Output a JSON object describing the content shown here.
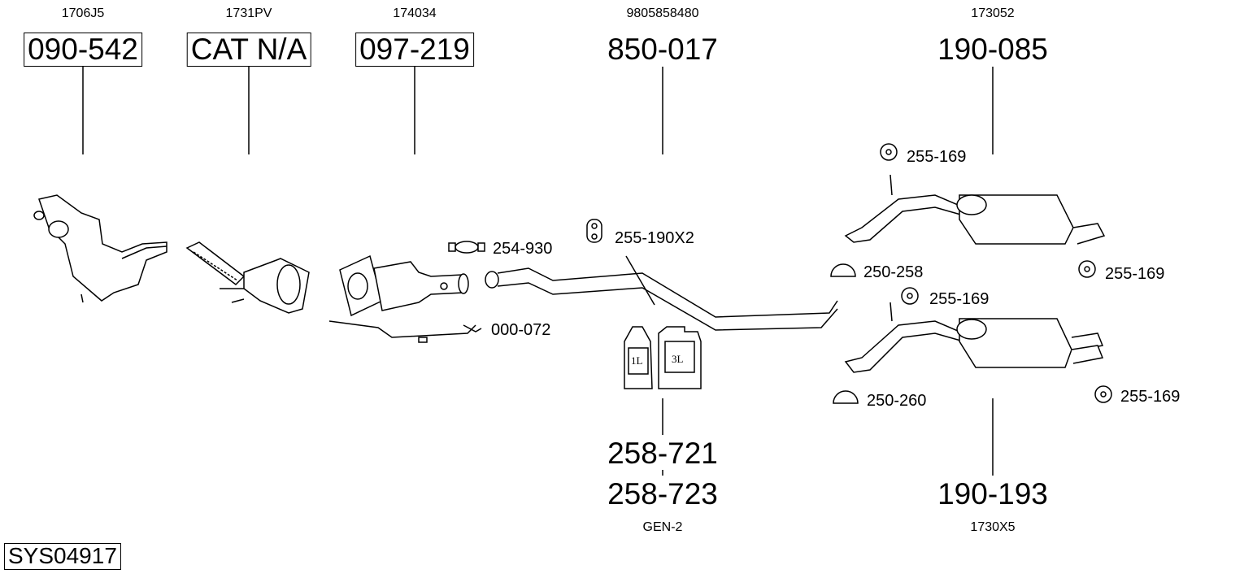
{
  "top_parts": [
    {
      "ref": "1706J5",
      "part": "090-542",
      "boxed": true
    },
    {
      "ref": "1731PV",
      "part": "CAT N/A",
      "boxed": true
    },
    {
      "ref": "174034",
      "part": "097-219",
      "boxed": true
    },
    {
      "ref": "9805858480",
      "part": "850-017",
      "boxed": false
    },
    {
      "ref": "173052",
      "part": "190-085",
      "boxed": false
    }
  ],
  "bottom_parts": [
    {
      "part": "258-721"
    },
    {
      "part": "258-723",
      "ref": "GEN-2"
    },
    {
      "part": "190-193",
      "ref": "1730X5"
    }
  ],
  "accessories": [
    "254-930",
    "255-190X2",
    "000-072",
    "255-169",
    "250-258",
    "255-169",
    "255-169",
    "250-260",
    "255-169"
  ],
  "containers": {
    "small": "1L",
    "large": "3L"
  },
  "system_id": "SYS04917"
}
